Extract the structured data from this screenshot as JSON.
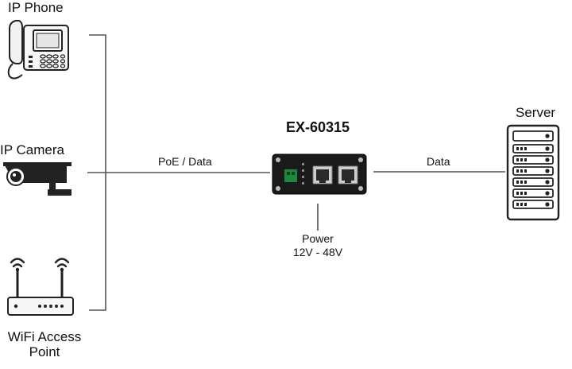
{
  "devices": {
    "ip_phone": "IP Phone",
    "ip_camera": "IP Camera",
    "wifi_line1": "WiFi Access",
    "wifi_line2": "Point",
    "server": "Server"
  },
  "switch": {
    "model": "EX-60315"
  },
  "links": {
    "poe_data": "PoE  / Data",
    "data": "Data",
    "power_line1": "Power",
    "power_line2": "12V - 48V"
  },
  "colors": {
    "line": "#555555",
    "device_dark": "#1a1a1a",
    "connector_green": "#1b8a3a"
  }
}
